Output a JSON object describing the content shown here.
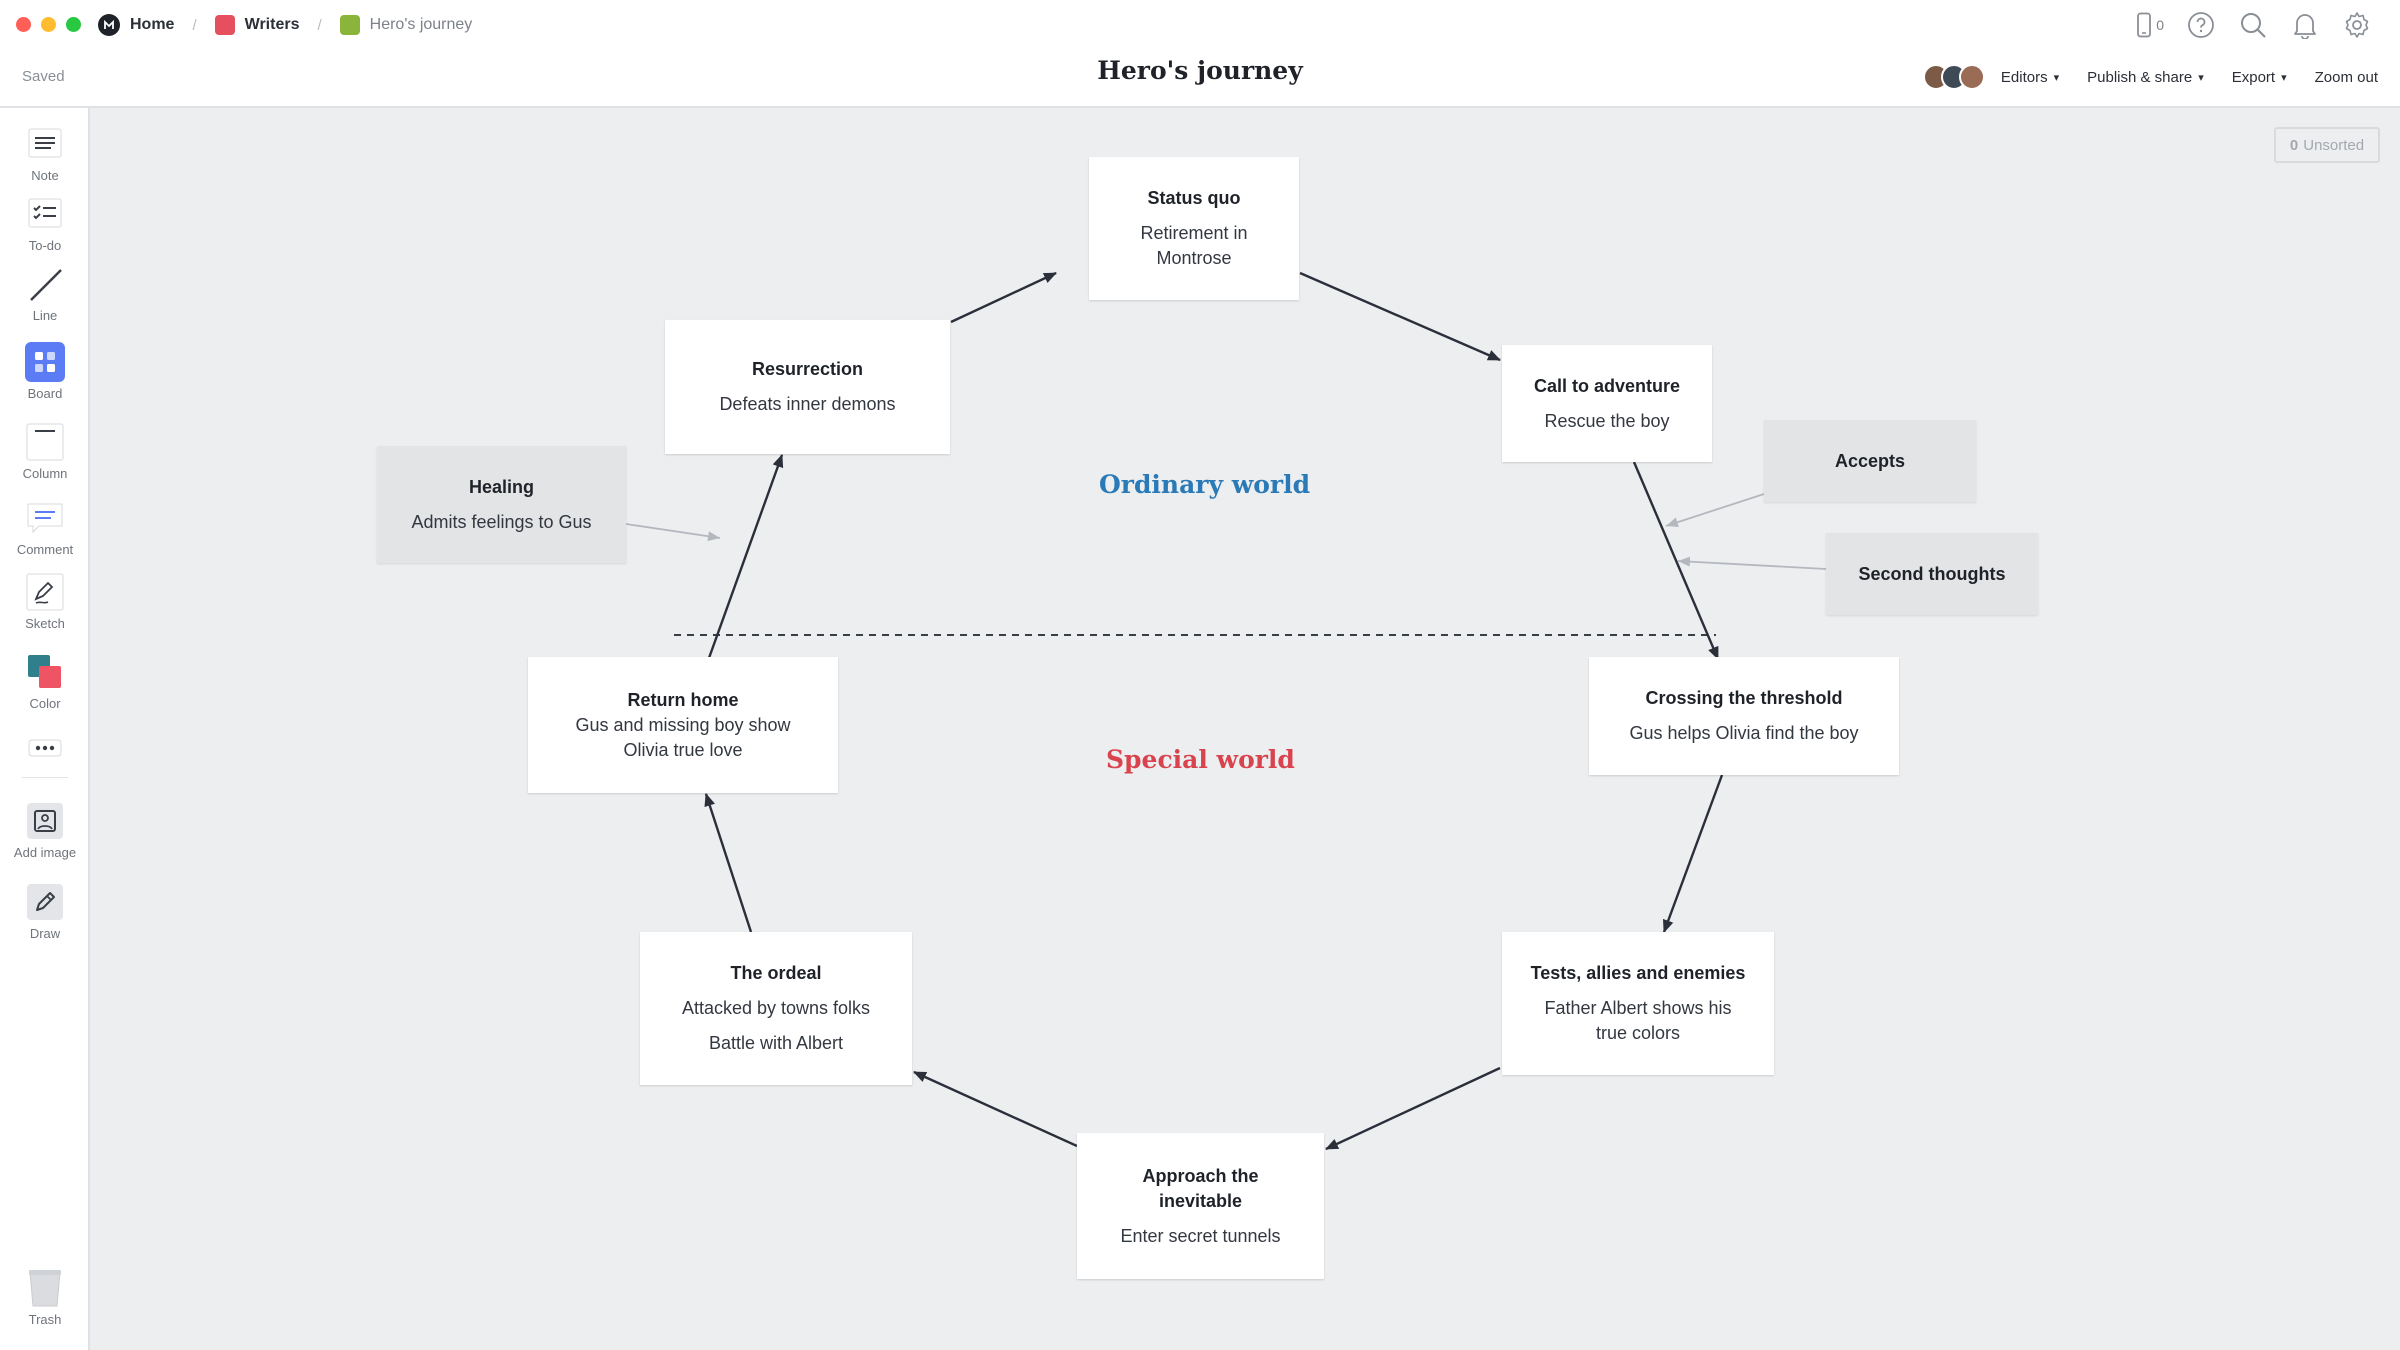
{
  "breadcrumbs": {
    "home": "Home",
    "parent": "Writers",
    "current": "Hero's journey"
  },
  "status": {
    "saved": "Saved"
  },
  "document": {
    "title": "Hero's journey"
  },
  "header": {
    "device_count": "0",
    "menu": {
      "editors": "Editors",
      "publish": "Publish & share",
      "export": "Export",
      "zoom": "Zoom out"
    }
  },
  "toolbar": {
    "note": "Note",
    "todo": "To-do",
    "line": "Line",
    "board": "Board",
    "column": "Column",
    "comment": "Comment",
    "sketch": "Sketch",
    "color": "Color",
    "add_image": "Add image",
    "draw": "Draw",
    "trash": "Trash"
  },
  "unsorted": {
    "count": "0",
    "label": "Unsorted"
  },
  "worlds": {
    "ordinary": "Ordinary world",
    "special": "Special world"
  },
  "cards": {
    "status_quo": {
      "title": "Status quo",
      "text": "Retirement in Montrose"
    },
    "call": {
      "title": "Call to adventure",
      "text": "Rescue the boy"
    },
    "crossing": {
      "title": "Crossing the threshold",
      "text": "Gus helps Olivia find the boy"
    },
    "tests": {
      "title": "Tests, allies and enemies",
      "text": "Father Albert shows his true colors"
    },
    "approach": {
      "title": "Approach the inevitable",
      "text": "Enter secret tunnels"
    },
    "ordeal": {
      "title": "The ordeal",
      "text1": "Attacked by towns folks",
      "text2": "Battle with Albert"
    },
    "return": {
      "title": "Return home",
      "text": "Gus and missing boy show Olivia true love"
    },
    "resurrection": {
      "title": "Resurrection",
      "text": "Defeats inner demons"
    },
    "healing": {
      "title": "Healing",
      "text": "Admits feelings to Gus"
    },
    "accepts": {
      "title": "Accepts"
    },
    "second": {
      "title": "Second thoughts"
    }
  },
  "colors": {
    "ordinary_world": "#2a7ab8",
    "special_world": "#d9434e",
    "writers_board": "#e6505e",
    "journey_board": "#8ab43a",
    "board_tool": "#5b7cf5",
    "arrow": "#2b2f3a",
    "faint_arrow": "#b4b8be"
  },
  "icons": [
    "home-logo-icon",
    "mobile-icon",
    "help-icon",
    "search-icon",
    "bell-icon",
    "gear-icon",
    "chevron-down-icon",
    "note-icon",
    "todo-icon",
    "line-icon",
    "board-icon",
    "column-icon",
    "comment-icon",
    "sketch-icon",
    "color-icon",
    "more-icon",
    "add-image-icon",
    "draw-icon",
    "trash-icon"
  ]
}
